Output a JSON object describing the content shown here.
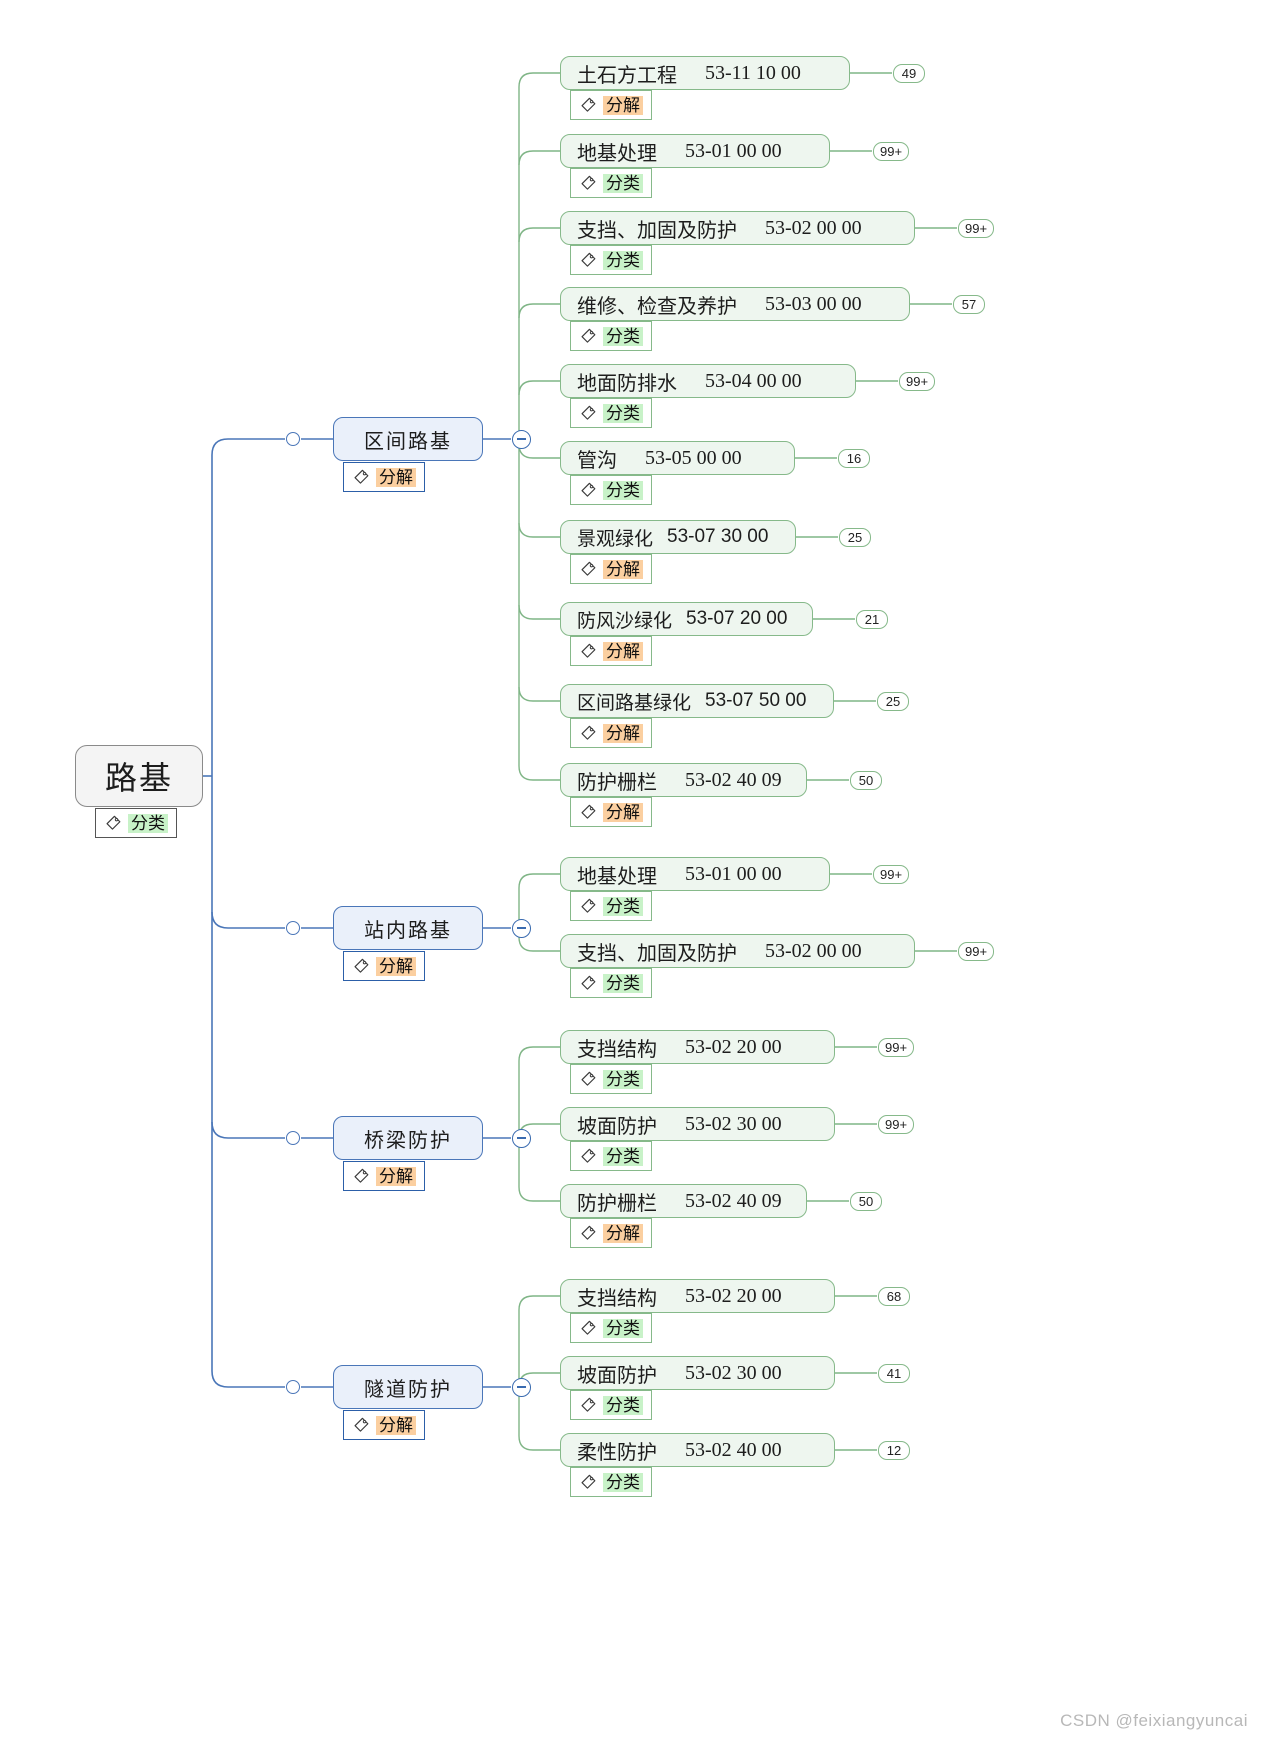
{
  "meta": {
    "watermark": "CSDN @feixiangyuncai",
    "colors": {
      "root_fill": "#f4f4f4",
      "root_stroke": "#8a8a8a",
      "branch_fill": "#eaf0fa",
      "branch_stroke": "#4a76b8",
      "leaf_fill": "#eef6ef",
      "leaf_stroke": "#86b98a",
      "tag_classify_bg": "#c8f2c8",
      "tag_decompose_bg": "#fbcfa0"
    },
    "tag_icon": "tag-icon"
  },
  "root": {
    "label": "路基",
    "tag": "分类"
  },
  "branches": [
    {
      "label": "区间路基",
      "tag": "分解",
      "collapse_icon": "minus-icon",
      "children": [
        {
          "title": "土石方工程",
          "code": "53-11 10 00",
          "tag": "分解",
          "badge": "49",
          "font": "serif"
        },
        {
          "title": "地基处理",
          "code": "53-01 00 00",
          "tag": "分类",
          "badge": "99+",
          "font": "serif"
        },
        {
          "title": "支挡、加固及防护",
          "code": "53-02 00 00",
          "tag": "分类",
          "badge": "99+",
          "font": "serif"
        },
        {
          "title": "维修、检查及养护",
          "code": "53-03 00 00",
          "tag": "分类",
          "badge": "57",
          "font": "serif"
        },
        {
          "title": "地面防排水",
          "code": "53-04 00 00",
          "tag": "分类",
          "badge": "99+",
          "font": "serif"
        },
        {
          "title": "管沟",
          "code": "53-05 00 00",
          "tag": "分类",
          "badge": "16",
          "font": "serif"
        },
        {
          "title": "景观绿化",
          "code": "53-07 30 00",
          "tag": "分解",
          "badge": "25",
          "font": "sans"
        },
        {
          "title": "防风沙绿化",
          "code": "53-07 20 00",
          "tag": "分解",
          "badge": "21",
          "font": "sans"
        },
        {
          "title": "区间路基绿化",
          "code": "53-07 50 00",
          "tag": "分解",
          "badge": "25",
          "font": "sans"
        },
        {
          "title": "防护栅栏",
          "code": "53-02 40 09",
          "tag": "分解",
          "badge": "50",
          "font": "serif"
        }
      ]
    },
    {
      "label": "站内路基",
      "tag": "分解",
      "collapse_icon": "minus-icon",
      "children": [
        {
          "title": "地基处理",
          "code": "53-01 00 00",
          "tag": "分类",
          "badge": "99+",
          "font": "serif"
        },
        {
          "title": "支挡、加固及防护",
          "code": "53-02 00 00",
          "tag": "分类",
          "badge": "99+",
          "font": "serif"
        }
      ]
    },
    {
      "label": "桥梁防护",
      "tag": "分解",
      "collapse_icon": "minus-icon",
      "children": [
        {
          "title": "支挡结构",
          "code": "53-02 20 00",
          "tag": "分类",
          "badge": "99+",
          "font": "serif"
        },
        {
          "title": "坡面防护",
          "code": "53-02 30 00",
          "tag": "分类",
          "badge": "99+",
          "font": "serif"
        },
        {
          "title": "防护栅栏",
          "code": "53-02 40 09",
          "tag": "分解",
          "badge": "50",
          "font": "serif"
        }
      ]
    },
    {
      "label": "隧道防护",
      "tag": "分解",
      "collapse_icon": "minus-icon",
      "children": [
        {
          "title": "支挡结构",
          "code": "53-02 20 00",
          "tag": "分类",
          "badge": "68",
          "font": "serif"
        },
        {
          "title": "坡面防护",
          "code": "53-02 30 00",
          "tag": "分类",
          "badge": "41",
          "font": "serif"
        },
        {
          "title": "柔性防护",
          "code": "53-02 40 00",
          "tag": "分类",
          "badge": "12",
          "font": "serif"
        }
      ]
    }
  ]
}
